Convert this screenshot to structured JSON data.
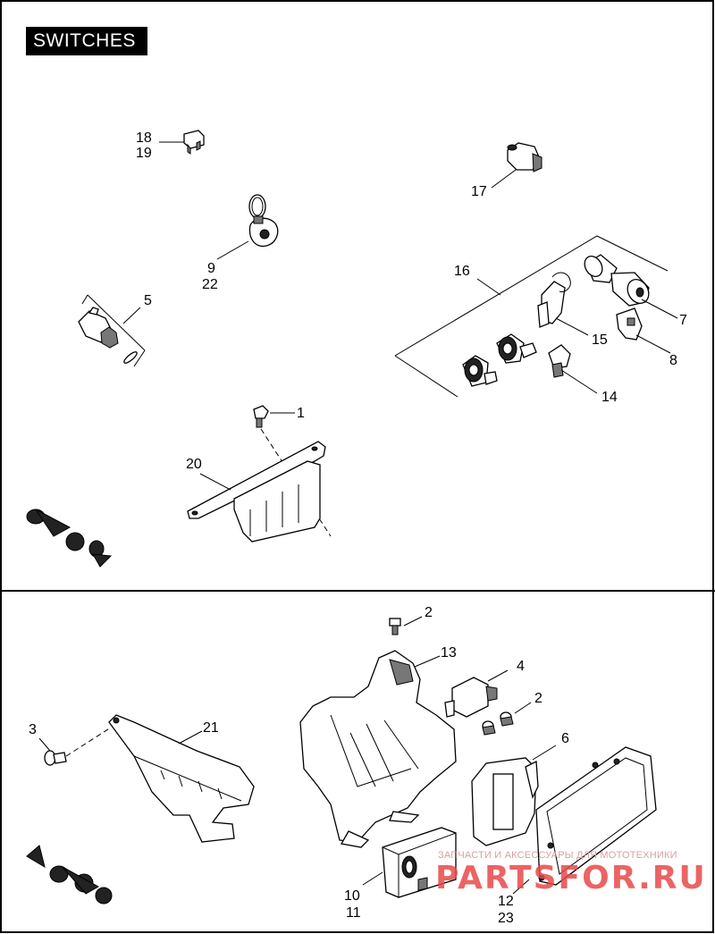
{
  "title": "SWITCHES",
  "labels": {
    "l1": "1",
    "l2a": "2",
    "l2b": "2",
    "l3": "3",
    "l4": "4",
    "l5": "5",
    "l6": "6",
    "l7": "7",
    "l8": "8",
    "l9": "9",
    "l22": "22",
    "l10": "10",
    "l11": "11",
    "l12": "12",
    "l23": "23",
    "l13": "13",
    "l14": "14",
    "l15": "15",
    "l16": "16",
    "l17": "17",
    "l18": "18",
    "l19": "19",
    "l20": "20",
    "l21": "21"
  },
  "watermark": {
    "tagline": "ЗАПЧАСТИ И АКСЕССУАРЫ ДЛЯ МОТОТЕХНИКИ",
    "brand": "PARTSFOR.RU"
  }
}
